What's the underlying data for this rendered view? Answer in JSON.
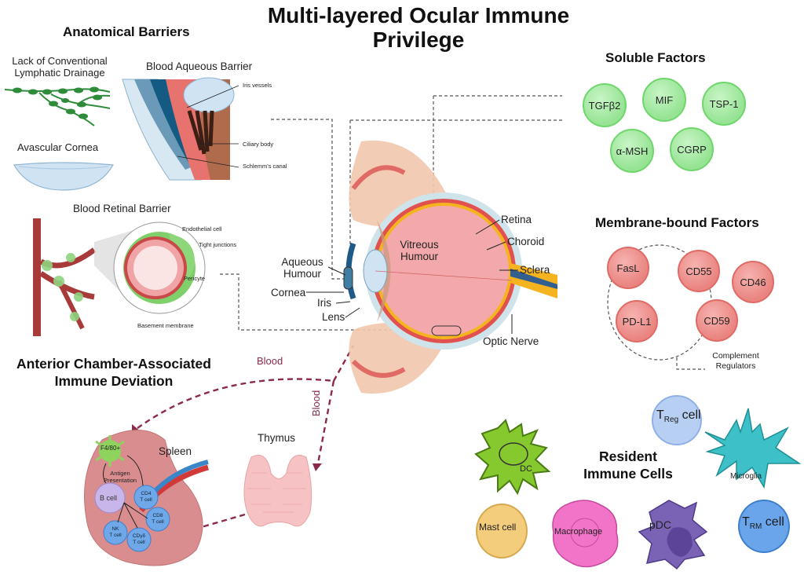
{
  "title": "Multi-layered Ocular Immune Privilege",
  "anatomical_barriers": {
    "heading": "Anatomical Barriers",
    "lymphatic": "Lack of Conventional Lymphatic Drainage",
    "lymphatic_line1": "Lack of Conventional",
    "lymphatic_line2": "Lymphatic Drainage",
    "avascular_cornea": "Avascular Cornea",
    "blood_aqueous": {
      "heading": "Blood Aqueous Barrier",
      "labels": [
        "Iris vessels",
        "Ciliary body",
        "Schlemm's canal"
      ]
    },
    "blood_retinal": {
      "heading": "Blood Retinal Barrier",
      "labels": [
        "Endothelial cell",
        "Tight junctions",
        "Pericyte",
        "Basement membrane"
      ]
    }
  },
  "eye": {
    "labels": {
      "retina": "Retina",
      "choroid": "Choroid",
      "sclera": "Sclera",
      "vitreous_line1": "Vitreous",
      "vitreous_line2": "Humour",
      "aqueous_line1": "Aqueous",
      "aqueous_line2": "Humour",
      "cornea": "Cornea",
      "iris": "Iris",
      "lens": "Lens",
      "optic_nerve": "Optic Nerve"
    }
  },
  "soluble_factors": {
    "heading": "Soluble Factors",
    "items": [
      "TGFβ2",
      "MIF",
      "TSP-1",
      "α-MSH",
      "CGRP"
    ],
    "color": "#95e393"
  },
  "membrane_factors": {
    "heading": "Membrane-bound Factors",
    "items": [
      "FasL",
      "PD-L1",
      "CD55",
      "CD46",
      "CD59"
    ],
    "complement_line1": "Complement",
    "complement_line2": "Regulators",
    "color": "#e98480"
  },
  "acaid": {
    "heading_line1": "Anterior Chamber-Associated",
    "heading_line2": "Immune Deviation",
    "blood_label_1": "Blood",
    "blood_label_2": "Blood",
    "spleen": "Spleen",
    "thymus": "Thymus",
    "macrophage": "F4/80+",
    "antigen_line1": "Antigen",
    "antigen_line2": "Presentation",
    "cells": {
      "b_cell": "B cell",
      "cd4": [
        "CD4",
        "T cell"
      ],
      "cd8": [
        "CD8",
        "T cell"
      ],
      "nk": [
        "NK",
        "T cell"
      ],
      "gd": [
        "CDγδ",
        "T cell"
      ]
    }
  },
  "resident_cells": {
    "heading_line1": "Resident",
    "heading_line2": "Immune Cells",
    "dc": "DC",
    "treg_t": "T",
    "treg_sub": "Reg",
    "treg_cell": " cell",
    "microglia": "Microglia",
    "mast": "Mast cell",
    "macrophage": "Macrophage",
    "pdc": "pDC",
    "trm_t": "T",
    "trm_sub": "RM",
    "trm_cell": " cell"
  }
}
